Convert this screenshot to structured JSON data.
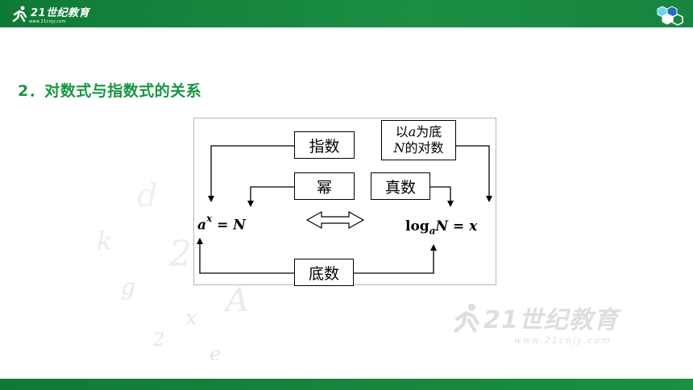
{
  "header": {
    "logo_text": "21世纪教育",
    "logo_sub": "www.21cnjy.com"
  },
  "section": {
    "heading": "2．对数式与指数式的关系"
  },
  "diagram": {
    "box_exponent": "指数",
    "box_log_line1_prefix": "以",
    "box_log_line1_var": "a",
    "box_log_line1_suffix": "为底",
    "box_log_line2_var": "N",
    "box_log_line2_suffix": "的对数",
    "box_power": "幂",
    "box_antilog": "真数",
    "box_base": "底数",
    "left_formula": {
      "base": "a",
      "exp": "x",
      "eq": " = ",
      "rhs": "N"
    },
    "right_formula": {
      "log": "log",
      "base": "a",
      "arg": "N",
      "eq": " = ",
      "rhs": "x"
    }
  },
  "watermark": {
    "text": "21世纪教育",
    "sub": "www.21cnjy.com"
  },
  "colors": {
    "brand_green": "#179640",
    "bar_green": "#0f7a36"
  }
}
